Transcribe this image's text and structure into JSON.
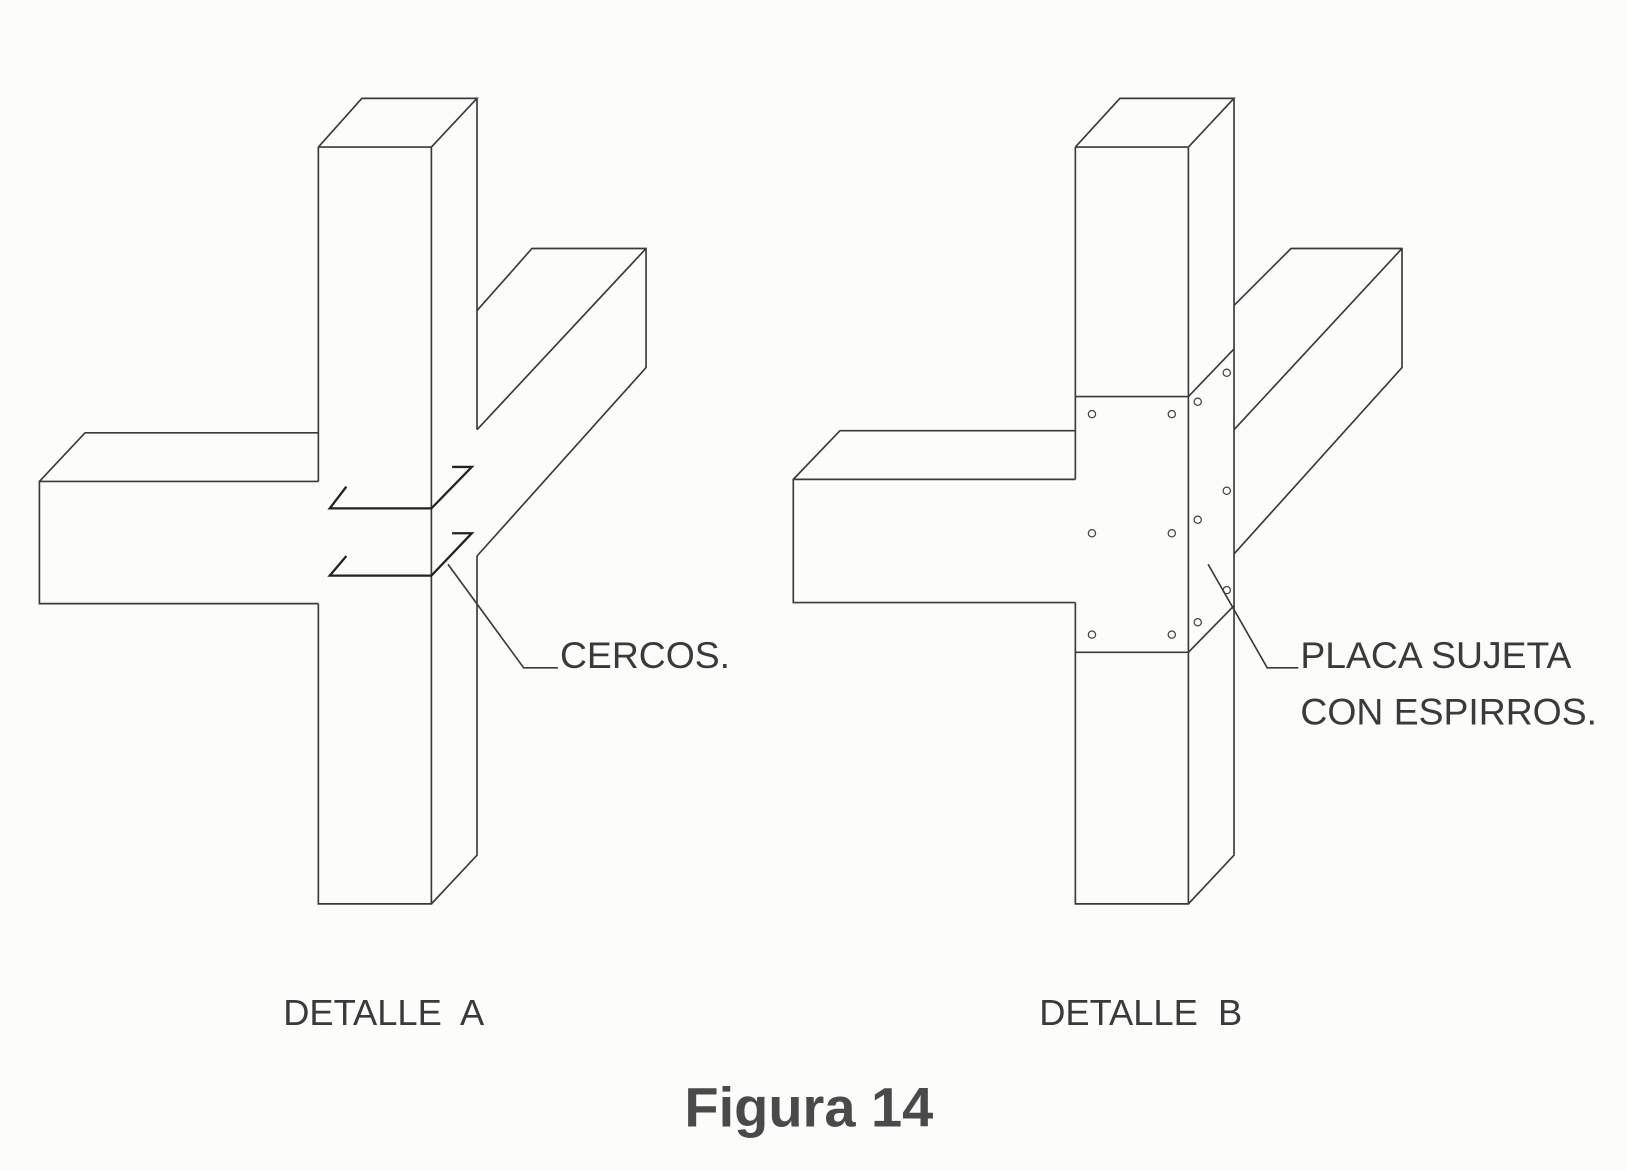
{
  "detail_a": {
    "title": "DETALLE  A",
    "callout": "CERCOS."
  },
  "detail_b": {
    "title": "DETALLE  B",
    "callout_line1": "PLACA SUJETA",
    "callout_line2": "CON ESPIRROS."
  },
  "caption": "Figura 14"
}
